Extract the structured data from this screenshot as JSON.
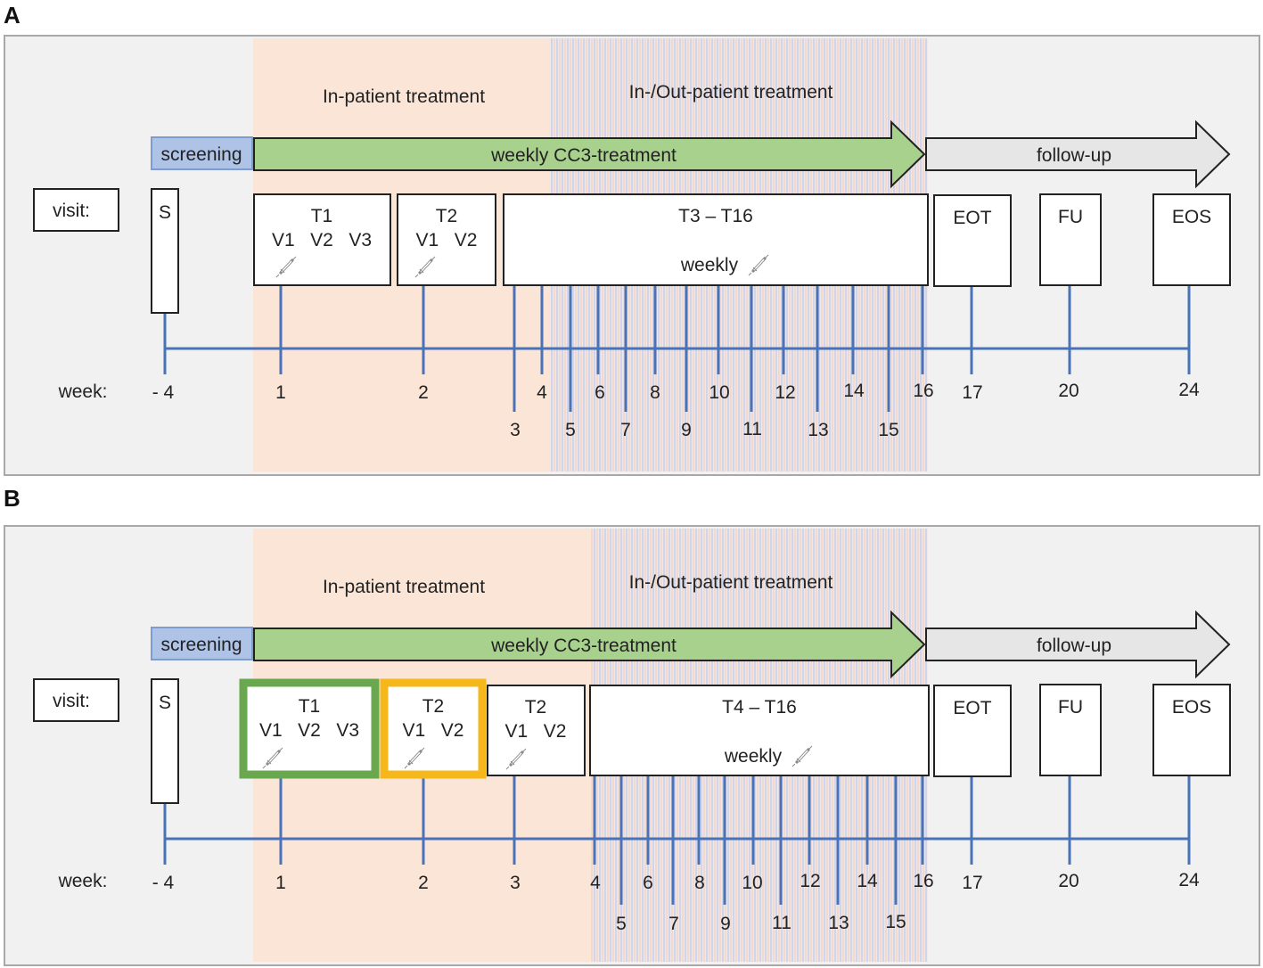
{
  "panels": [
    {
      "letter": "A",
      "phase_inpatient": "In-patient treatment",
      "phase_inout": "In-/Out-patient treatment",
      "screening_label": "screening",
      "treatment_label": "weekly CC3-treatment",
      "followup_label": "follow-up",
      "visit_label": "visit:",
      "week_label": "week:",
      "boxes": {
        "s": "S",
        "b1": {
          "title": "T1",
          "sub": "V1   V2   V3"
        },
        "b2": {
          "title": "T2",
          "sub": "V1   V2"
        },
        "b3": {
          "title": "T3 – T16",
          "sub": "weekly"
        },
        "eot": "EOT",
        "fu": "FU",
        "eos": "EOS"
      },
      "weeks_upper": [
        "- 4",
        "1",
        "2",
        "4",
        "6",
        "8",
        "10",
        "12",
        "14",
        "16",
        "17",
        "20",
        "24"
      ],
      "weeks_lower": [
        "3",
        "5",
        "7",
        "9",
        "11",
        "13",
        "15"
      ]
    },
    {
      "letter": "B",
      "phase_inpatient": "In-patient treatment",
      "phase_inout": "In-/Out-patient treatment",
      "screening_label": "screening",
      "treatment_label": "weekly CC3-treatment",
      "followup_label": "follow-up",
      "visit_label": "visit:",
      "week_label": "week:",
      "boxes": {
        "s": "S",
        "b1": {
          "title": "T1",
          "sub": "V1   V2   V3"
        },
        "b2": {
          "title": "T2",
          "sub": "V1   V2"
        },
        "b2b": {
          "title": "T2",
          "sub": "V1   V2"
        },
        "b3": {
          "title": "T4 – T16",
          "sub": "weekly"
        },
        "eot": "EOT",
        "fu": "FU",
        "eos": "EOS"
      },
      "weeks_upper": [
        "- 4",
        "1",
        "2",
        "3",
        "4",
        "6",
        "8",
        "10",
        "12",
        "14",
        "16",
        "17",
        "20",
        "24"
      ],
      "weeks_lower": [
        "5",
        "7",
        "9",
        "11",
        "13",
        "15"
      ]
    }
  ],
  "colors": {
    "panel_bg": "#f1f1f1",
    "panel_border": "#a8a8a8",
    "inpatient_bg": "#fbe5d7",
    "timeline": "#4a72b8",
    "screening_fill": "#aec3e6",
    "screening_border": "#7e9ccf",
    "treatment_fill": "#a8d18d",
    "followup_fill": "#e6e6e6",
    "highlight_green": "#6aa84f",
    "highlight_orange": "#f6b71a"
  }
}
